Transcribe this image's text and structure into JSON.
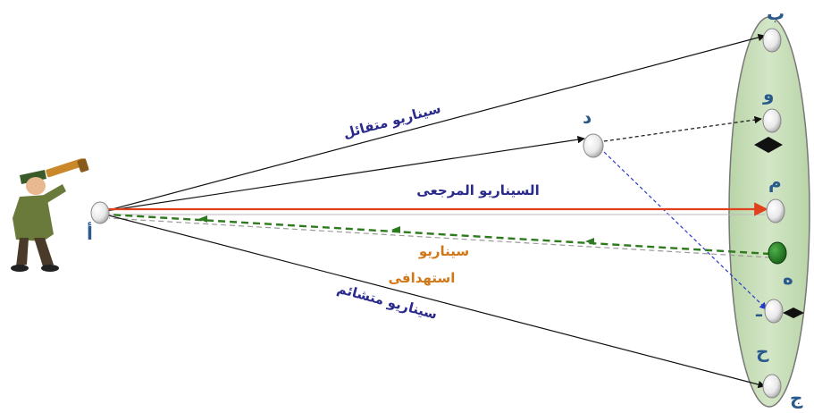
{
  "points": {
    "a": "أ",
    "b": "ب",
    "waw": "و",
    "dal": "د",
    "meem": "م",
    "ha": "ه",
    "ta": "ـ",
    "hha": "ح",
    "jeem": "ج"
  },
  "scenarios": {
    "optimistic": "سيناريو متفائل",
    "reference": "السيناريو المرجعى",
    "target_line1": "سيناريو",
    "target_line2": "استهدافى",
    "pessimistic": "سيناريو متشائم"
  },
  "colors": {
    "reference_line": "#e0401c",
    "target_line": "#2e7a1e",
    "future_ellipse": "#c7ddb8",
    "label_blue": "#2a2a8c",
    "label_orange": "#d07818",
    "point_letters": "#2a5a8c"
  },
  "icons": {
    "observer": "person-with-telescope-icon"
  }
}
